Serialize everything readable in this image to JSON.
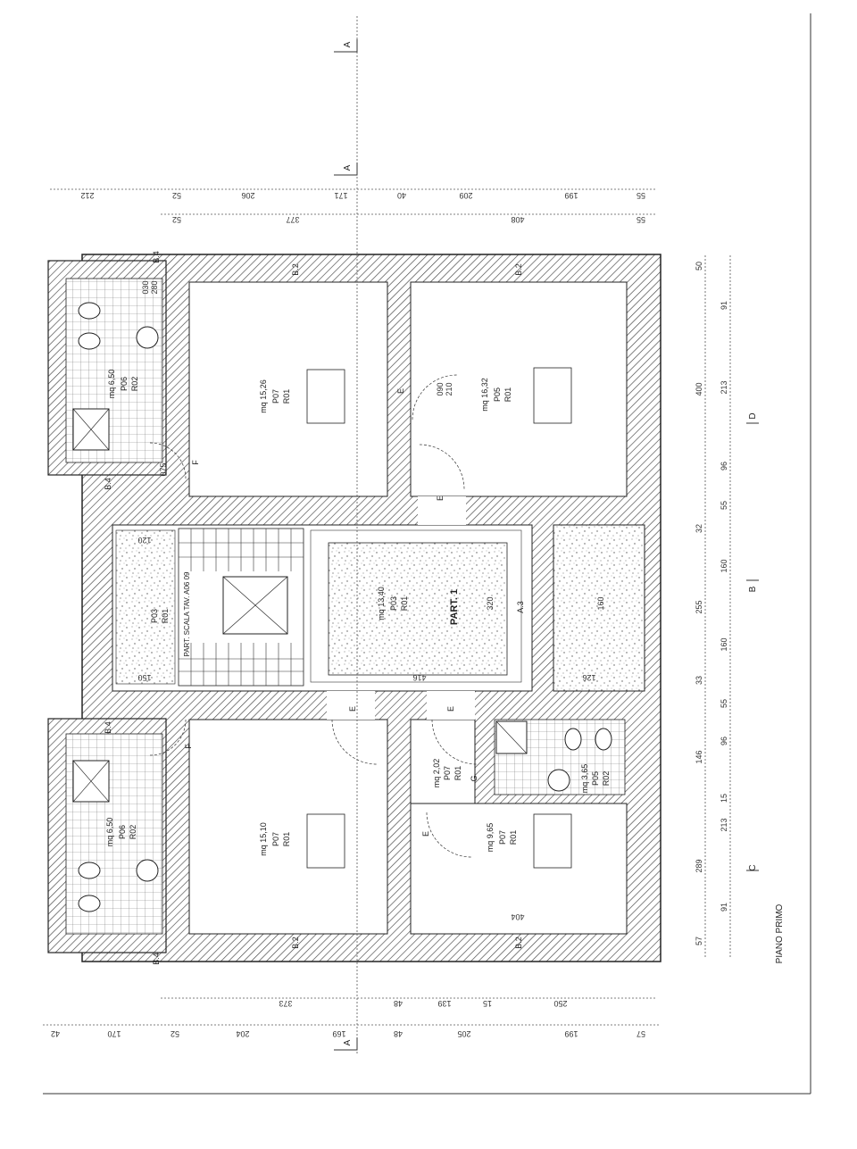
{
  "sheet": {
    "title": "PIANO PRIMO",
    "section_markers": [
      "A",
      "A",
      "A",
      "B",
      "C",
      "D"
    ]
  },
  "rooms": [
    {
      "id": "room-top-left",
      "code": "P07",
      "finish": "R01",
      "area": "mq 15,26"
    },
    {
      "id": "room-top-right",
      "code": "P05",
      "finish": "R01",
      "area": "mq 16,32"
    },
    {
      "id": "room-bottom-left",
      "code": "P07",
      "finish": "R01",
      "area": "mq 15,10"
    },
    {
      "id": "room-bottom-right",
      "code": "P07",
      "finish": "R01",
      "area": "mq 9,65"
    },
    {
      "id": "hall",
      "code": "P03",
      "finish": "R01",
      "area": "mq 13,40",
      "label": "PART. 1"
    },
    {
      "id": "stair",
      "code": "P03",
      "finish": "R01",
      "label": "PART. SCALA TAV. A06 09"
    },
    {
      "id": "corridor",
      "code": "P07",
      "finish": "R01",
      "area": "mq 2,02"
    },
    {
      "id": "bath-top-left",
      "code": "P06",
      "finish": "R02",
      "area": "mq 6,50"
    },
    {
      "id": "bath-bottom-left",
      "code": "P06",
      "finish": "R02",
      "area": "mq 6,50"
    },
    {
      "id": "bath-right",
      "code": "P05",
      "finish": "R02",
      "area": "mq 3,65"
    }
  ],
  "dimensions": {
    "top_outer": [
      "212",
      "52",
      "206",
      "171",
      "40",
      "209",
      "199",
      "55"
    ],
    "top_inner": [
      "52",
      "377",
      "408",
      "55"
    ],
    "bottom_outer": [
      "42",
      "170",
      "52",
      "204",
      "169",
      "48",
      "205",
      "199",
      "57"
    ],
    "bottom_inner": [
      "373",
      "48",
      "139",
      "15",
      "250"
    ],
    "right_outer": [
      "50",
      "400",
      "32",
      "255",
      "33",
      "146",
      "289",
      "57"
    ],
    "right_inner": [
      "91",
      "213",
      "96",
      "55",
      "160",
      "160",
      "55",
      "96",
      "15",
      "213",
      "91"
    ],
    "internal": [
      "416",
      "404",
      "120",
      "150",
      "126",
      "320",
      "160",
      "210",
      "090",
      "280",
      "030",
      "075"
    ]
  },
  "doors": [
    "E",
    "E",
    "E",
    "E",
    "E",
    "F",
    "F",
    "G"
  ],
  "windows": [
    "B.2",
    "B.2",
    "B.2",
    "B.2",
    "B.4",
    "B.4",
    "B.4",
    "B.4",
    "A.3"
  ]
}
